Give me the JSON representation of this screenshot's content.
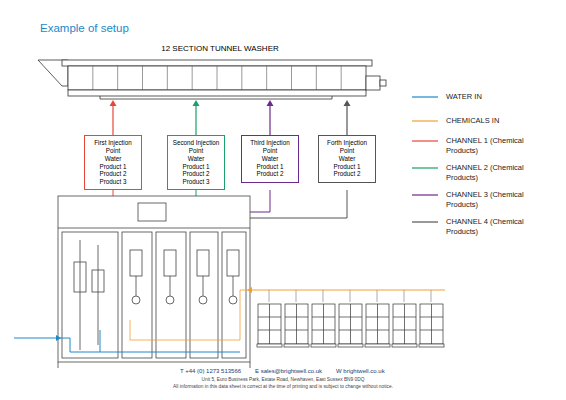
{
  "diagram": {
    "title": "Example of setup",
    "nodes": [
      {
        "text": [
          "12 SECTION TUNNEL WASHER"
        ]
      },
      {
        "text": [
          "First Injection Point",
          "Water",
          "Product 1",
          "Product 2",
          "Product 3"
        ]
      },
      {
        "text": [
          "Second Injection Point",
          "Water",
          "Product 1",
          "Product 2",
          "Product 3"
        ]
      },
      {
        "text": [
          "Third Injection Point",
          "Water",
          "Product 1",
          "Product 2"
        ]
      },
      {
        "text": [
          "Forth Injection Point",
          "Water",
          "Product 1",
          "Product 2"
        ]
      }
    ],
    "edges": [
      {
        "from": 1,
        "to": 0,
        "arrow": "to"
      },
      {
        "from": 2,
        "to": 0,
        "arrow": "to"
      },
      {
        "from": 3,
        "to": 0,
        "arrow": "to"
      },
      {
        "from": 4,
        "to": 0,
        "arrow": "to"
      }
    ],
    "labels": [
      "T +44 (0) 1273 513566",
      "E sales@brightwell.co.uk",
      "W brightwell.co.uk",
      "Unit 5, Euro Business Park, Estate Road, Newhaven, East Sussex BN9 0DQ",
      "All information in this data sheet is correct at the time of printing and is subject to change without notice."
    ],
    "legend": [
      {
        "text": "WATER IN"
      },
      {
        "text": "CHEMICALS IN"
      },
      {
        "text": "CHANNEL 1 (Chemical Products)"
      },
      {
        "text": "CHANNEL 2 (Chemical Products)"
      },
      {
        "text": "CHANNEL 3 (Chemical Products)"
      },
      {
        "text": "CHANNEL 4 (Chemical Products)"
      }
    ]
  }
}
